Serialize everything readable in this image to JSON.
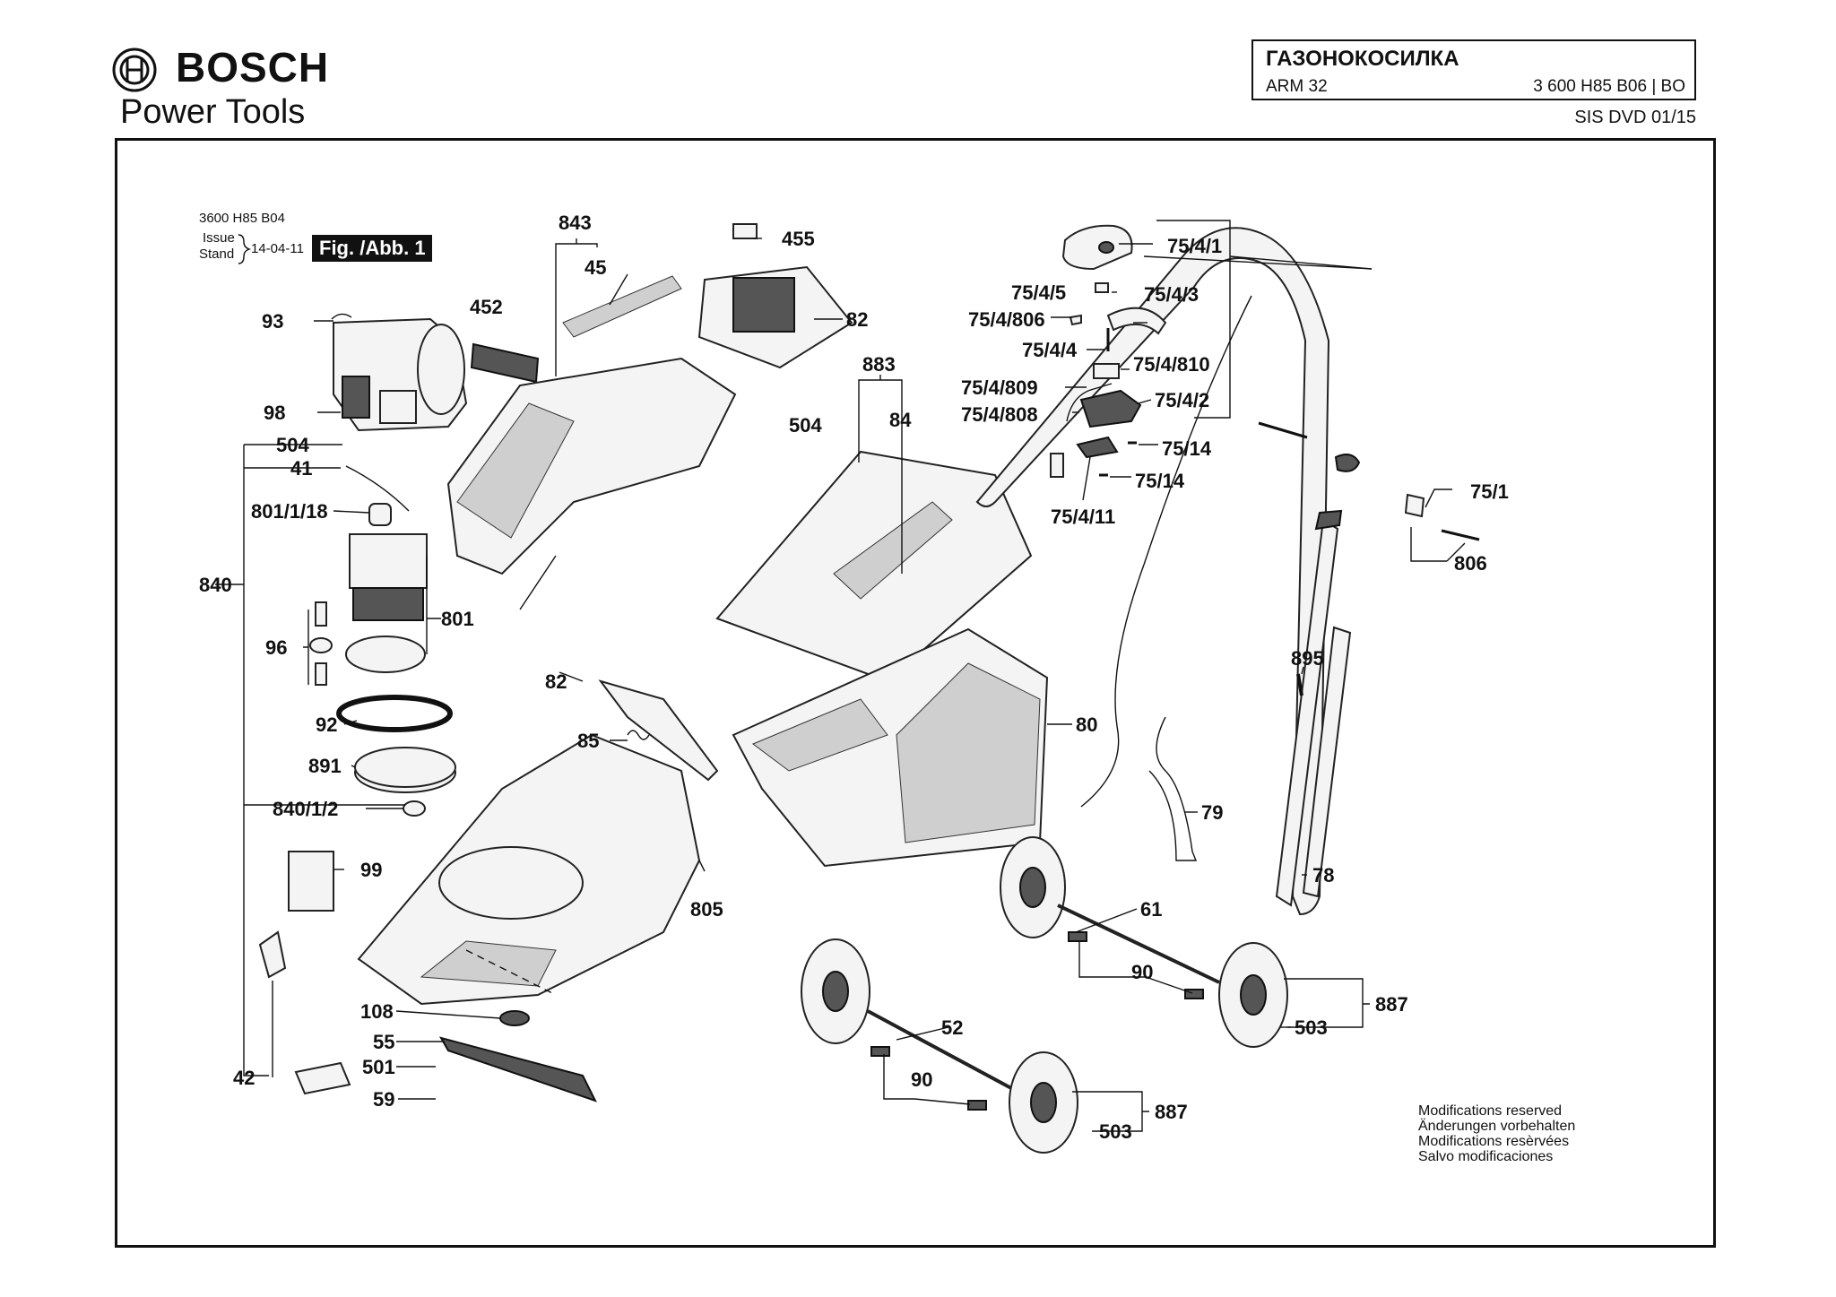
{
  "brand": "BOSCH",
  "division": "Power Tools",
  "title": "ГАЗОНОКОСИЛКА",
  "model": "ARM 32",
  "part_number": "3 600 H85 B06 | BO",
  "sis": "SIS DVD 01/15",
  "issue": {
    "code": "3600 H85 B04",
    "issue_label": "Issue",
    "stand_label": "Stand",
    "date": "14-04-11",
    "figure": "Fig. /Abb. 1"
  },
  "notes": [
    "Modifications reserved",
    "Änderungen vorbehalten",
    "Modifications resèrvées",
    "Salvo modificaciones"
  ],
  "labels": {
    "l843": "843",
    "l45": "45",
    "l455": "455",
    "l452": "452",
    "l82a": "82",
    "l93": "93",
    "l98": "98",
    "l504a": "504",
    "l504b": "504",
    "l41": "41",
    "l801_1_18": "801/1/18",
    "l840": "840",
    "l801": "801",
    "l96": "96",
    "l92": "92",
    "l891": "891",
    "l840_1_2": "840/1/2",
    "l99": "99",
    "l82b": "82",
    "l85": "85",
    "l805": "805",
    "l108": "108",
    "l55": "55",
    "l501": "501",
    "l59": "59",
    "l42": "42",
    "l883": "883",
    "l84": "84",
    "l80": "80",
    "l75_4_1": "75/4/1",
    "l75_4_5": "75/4/5",
    "l75_4_3": "75/4/3",
    "l75_4_806": "75/4/806",
    "l75_4_4": "75/4/4",
    "l75_4_810": "75/4/810",
    "l75_4_809": "75/4/809",
    "l75_4_2": "75/4/2",
    "l75_4_808": "75/4/808",
    "l75_14a": "75/14",
    "l75_14b": "75/14",
    "l75_4_11": "75/4/11",
    "l75_1": "75/1",
    "l806": "806",
    "l895": "895",
    "l79": "79",
    "l78": "78",
    "l61": "61",
    "l90a": "90",
    "l887a": "887",
    "l503a": "503",
    "l52": "52",
    "l90b": "90",
    "l887b": "887",
    "l503b": "503"
  }
}
